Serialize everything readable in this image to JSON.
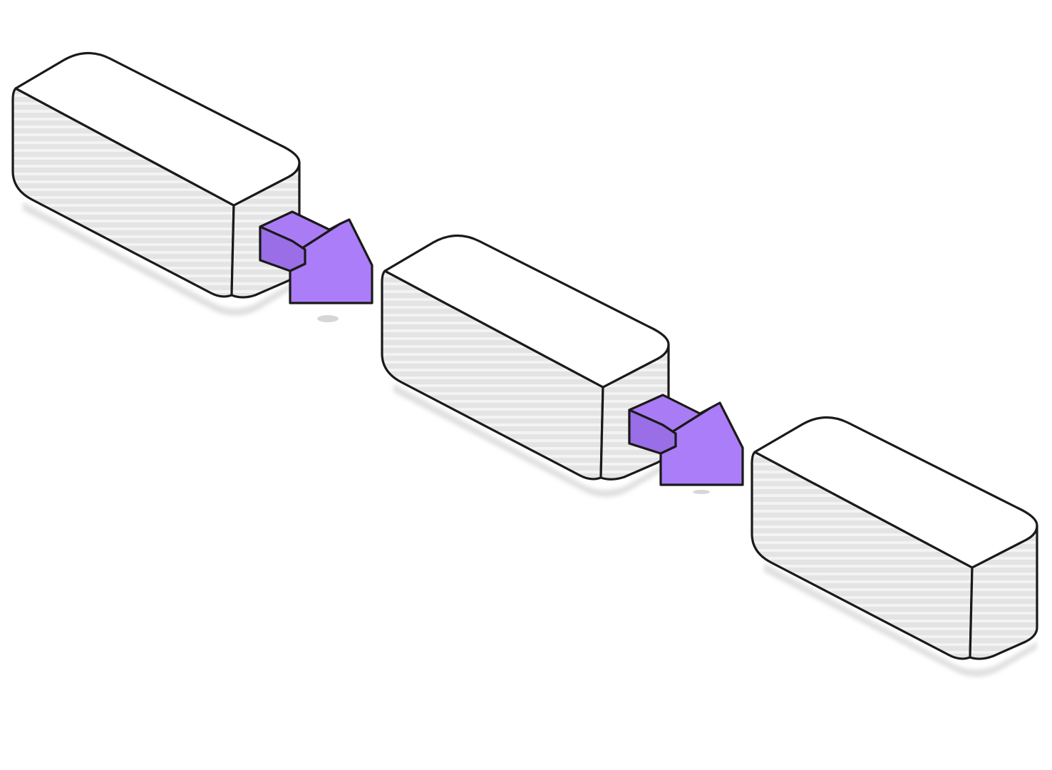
{
  "diagram": {
    "type": "pipeline",
    "nodes": [
      {
        "id": "block-1"
      },
      {
        "id": "block-2"
      },
      {
        "id": "block-3"
      }
    ],
    "edges": [
      {
        "from": "block-1",
        "to": "block-2"
      },
      {
        "from": "block-2",
        "to": "block-3"
      }
    ]
  },
  "colors": {
    "background": "#ffffff",
    "block_top": "#ffffff",
    "block_side": "#e3e3e3",
    "block_stripe": "#f4f4f4",
    "outline": "#1a1a1a",
    "shadow": "#cfcfcf",
    "arrow_front": "#ab7df8",
    "arrow_side": "#9a6ee6"
  }
}
